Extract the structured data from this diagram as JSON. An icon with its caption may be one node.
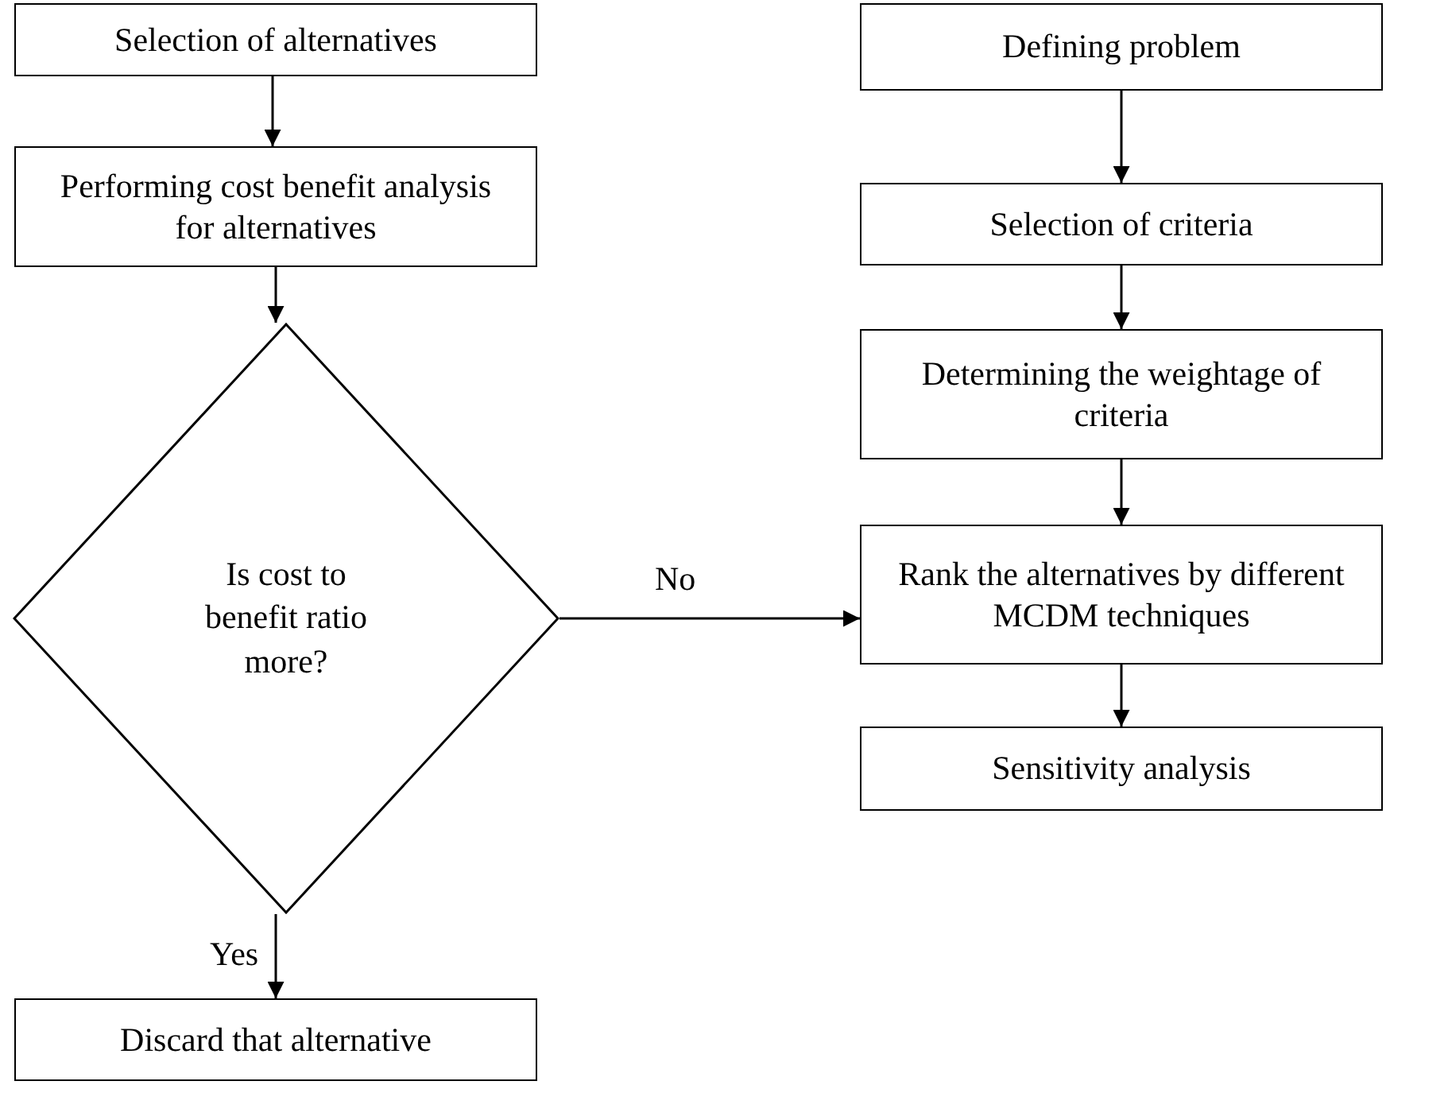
{
  "diagram": {
    "nodes": [
      {
        "text": [
          "Selection of alternatives"
        ]
      },
      {
        "text": [
          "Performing cost benefit analysis for alternatives"
        ]
      },
      {
        "text": [
          "Is cost to benefit ratio more?"
        ]
      },
      {
        "text": [
          "Discard that alternative"
        ]
      },
      {
        "text": [
          "Defining problem"
        ]
      },
      {
        "text": [
          "Selection of criteria"
        ]
      },
      {
        "text": [
          "Determining the weightage of criteria"
        ]
      },
      {
        "text": [
          "Rank the alternatives by different MCDM techniques"
        ]
      },
      {
        "text": [
          "Sensitivity analysis"
        ]
      }
    ],
    "edges": [
      {
        "from": 0,
        "to": 1,
        "arrow": "to"
      },
      {
        "from": 1,
        "to": 2,
        "arrow": "to"
      },
      {
        "from": 2,
        "to": 3,
        "arrow": "to",
        "label": "Yes"
      },
      {
        "from": 2,
        "to": 7,
        "arrow": "to",
        "label": "No"
      },
      {
        "from": 4,
        "to": 5,
        "arrow": "to"
      },
      {
        "from": 5,
        "to": 6,
        "arrow": "to"
      },
      {
        "from": 6,
        "to": 7,
        "arrow": "to"
      },
      {
        "from": 7,
        "to": 8,
        "arrow": "to"
      }
    ]
  }
}
